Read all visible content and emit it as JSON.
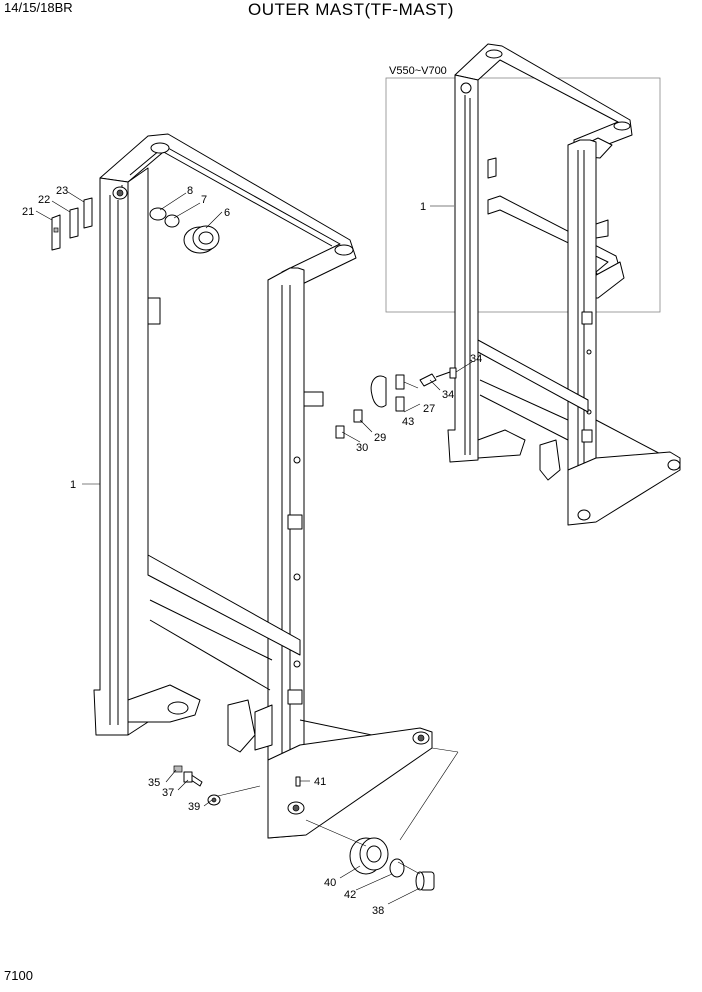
{
  "header": {
    "model": "14/15/18BR",
    "title": "OUTER MAST(TF-MAST)"
  },
  "footer": {
    "page_code": "7100"
  },
  "detail_box": {
    "label": "V550~V700"
  },
  "callouts": {
    "c1_main": "1",
    "c1_detail": "1",
    "c6": "6",
    "c7": "7",
    "c8": "8",
    "c21": "21",
    "c22": "22",
    "c23": "23",
    "c27": "27",
    "c29": "29",
    "c30": "30",
    "c34a": "34",
    "c34b": "34",
    "c35": "35",
    "c37": "37",
    "c38": "38",
    "c39": "39",
    "c40": "40",
    "c41": "41",
    "c42": "42",
    "c43": "43"
  }
}
